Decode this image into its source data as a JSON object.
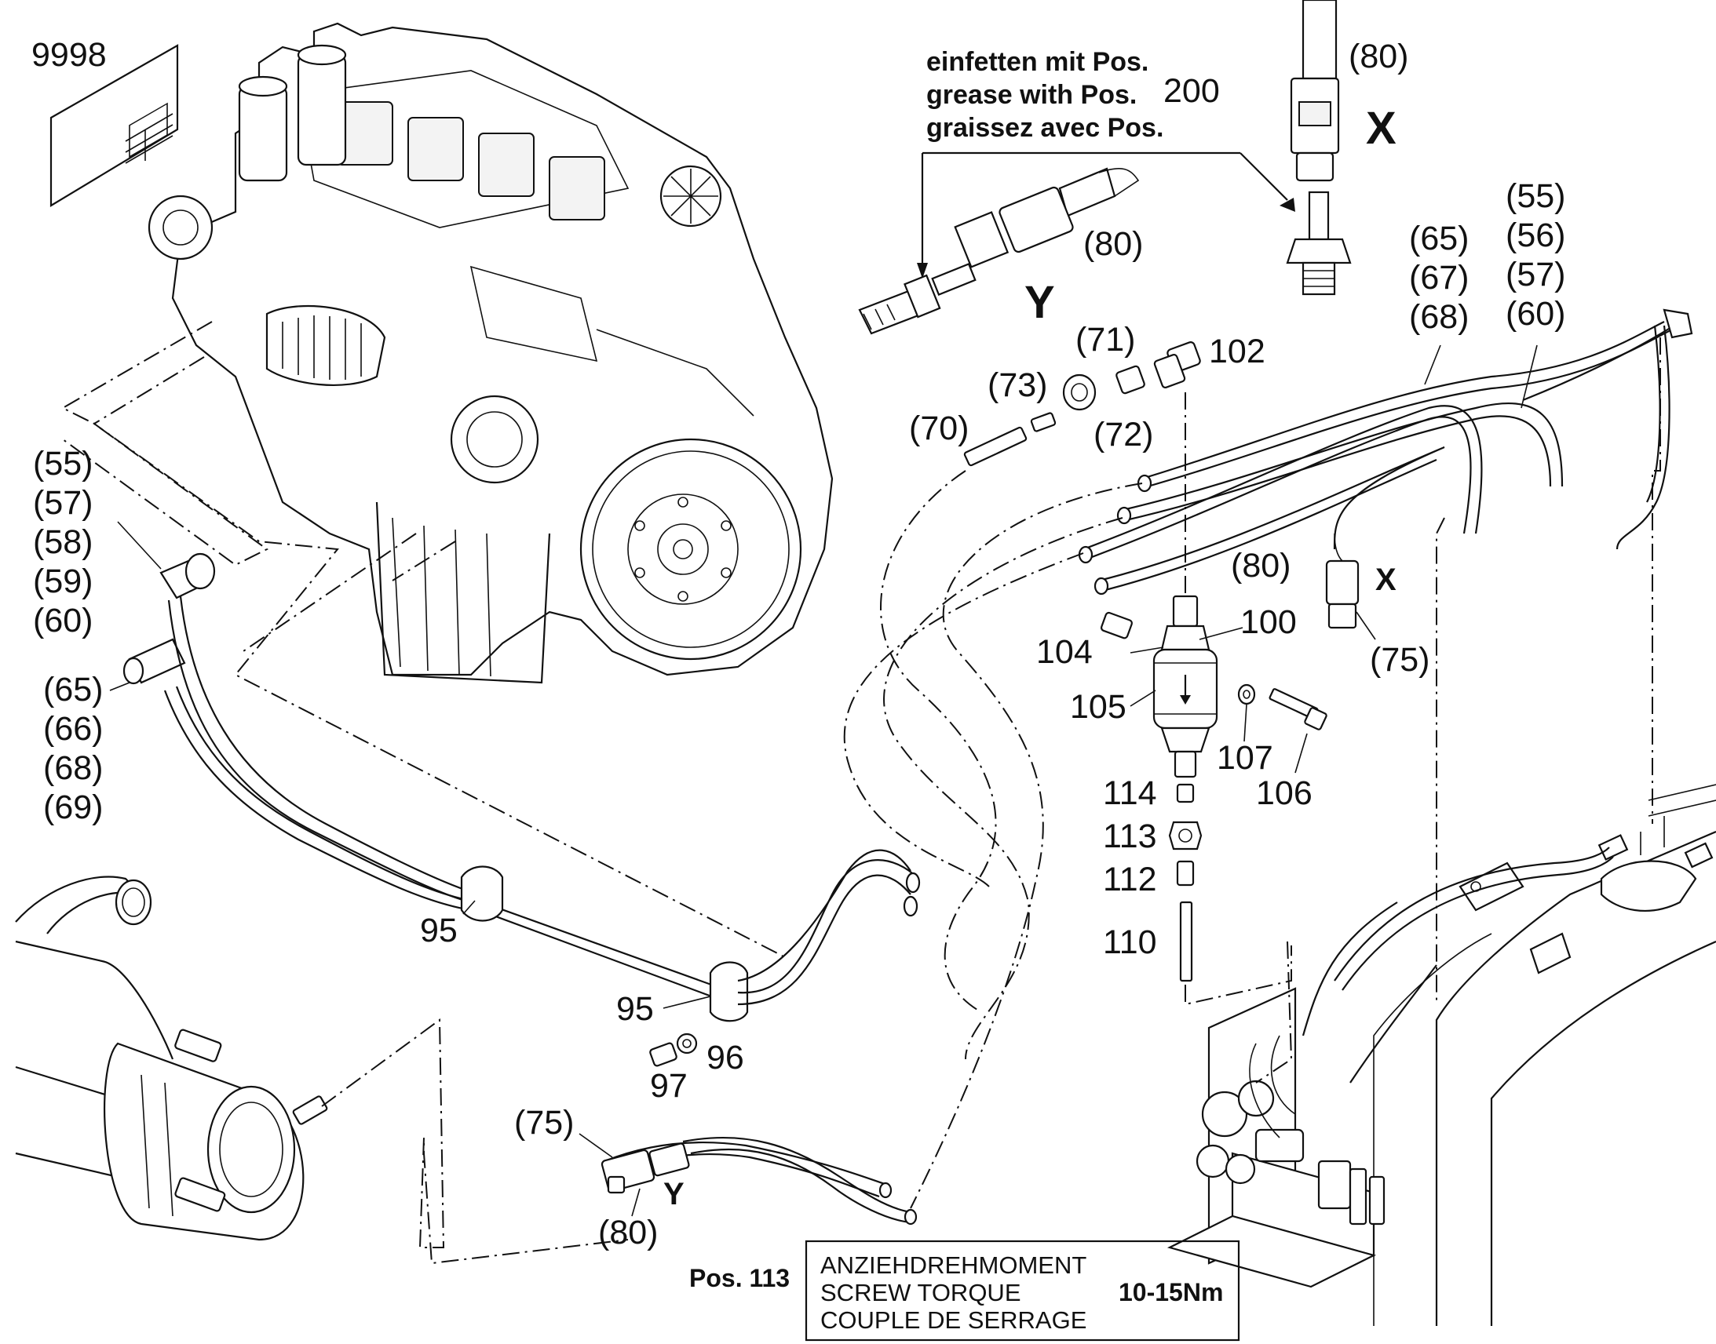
{
  "drawing_ref": "9998",
  "grease_note": {
    "lines": [
      "einfetten mit Pos.",
      "grease with Pos.",
      "graissez avec Pos."
    ],
    "pos_number": "200"
  },
  "detail_letters": {
    "x_top": "X",
    "y_top": "Y",
    "x_mid": "X",
    "y_bottom": "Y"
  },
  "callouts": {
    "p80_top": "(80)",
    "p80_y": "(80)",
    "p80_x": "(80)",
    "p80_bottom": "(80)",
    "p71": "(71)",
    "p102": "102",
    "p73": "(73)",
    "p72": "(72)",
    "p70": "(70)",
    "p104": "104",
    "p100": "100",
    "p105": "105",
    "p107": "107",
    "p106": "106",
    "p114": "114",
    "p113": "113",
    "p112": "112",
    "p110": "110",
    "p75_right": "(75)",
    "p75_bottom": "(75)",
    "p95_a": "95",
    "p95_b": "95",
    "p96": "96",
    "p97": "97",
    "grp_tr_a": [
      "(65)",
      "(67)",
      "(68)"
    ],
    "grp_tr_b": [
      "(55)",
      "(56)",
      "(57)",
      "(60)"
    ],
    "grp_left_a": [
      "(55)",
      "(57)",
      "(58)",
      "(59)",
      "(60)"
    ],
    "grp_left_b": [
      "(65)",
      "(66)",
      "(68)",
      "(69)"
    ]
  },
  "torque": {
    "pos_label": "Pos. 113",
    "lines": [
      "ANZIEHDREHMOMENT",
      "SCREW TORQUE",
      "COUPLE DE SERRAGE"
    ],
    "value": "10-15Nm"
  }
}
